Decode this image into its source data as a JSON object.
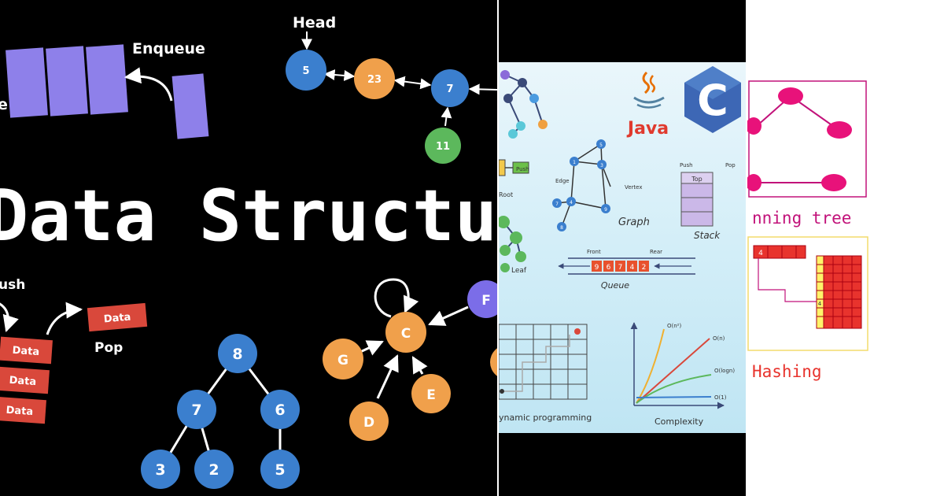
{
  "left": {
    "title": "Data Structures",
    "queue": {
      "enqueue_label": "Enqueue",
      "dequeue_fragment": "e"
    },
    "linked_list": {
      "head_label": "Head",
      "nodes": [
        "5",
        "23",
        "7",
        "11"
      ]
    },
    "stack": {
      "push_fragment": "ush",
      "pop_label": "Pop",
      "popped_item": "Data",
      "items": [
        "Data",
        "Data",
        "Data"
      ]
    },
    "tree": {
      "nodes": [
        "8",
        "7",
        "6",
        "3",
        "2",
        "5"
      ]
    },
    "graph": {
      "nodes": [
        "C",
        "G",
        "D",
        "E",
        "F"
      ]
    },
    "colors": {
      "blue": "#3b7fce",
      "orange": "#f0a04b",
      "green": "#5cb85c",
      "purple": "#7b6de8",
      "red": "#d9483b",
      "queue_block": "#8e80ea"
    }
  },
  "middle": {
    "java_label": "Java",
    "c_label": "C",
    "graph_label": "Graph",
    "graph_edge_label": "Edge",
    "graph_vertex_label": "Vertex",
    "graph_nodes": [
      "5",
      "1",
      "3",
      "7",
      "4",
      "9",
      "8"
    ],
    "stack_label": "Stack",
    "stack_top_label": "Top",
    "stack_push_label": "Push",
    "stack_pop_label": "Pop",
    "queue_label": "Queue",
    "queue_front_label": "Front",
    "queue_rear_label": "Rear",
    "queue_values": [
      "9",
      "6",
      "7",
      "4",
      "2"
    ],
    "tree_leaf_label": "Leaf",
    "tree_root_label": "Root",
    "dp_label": "ynamic programming",
    "complexity_label": "Complexity",
    "complexity_curves": [
      "O(n²)",
      "O(n)",
      "O(logn)",
      "O(1)"
    ]
  },
  "right": {
    "spanning_tree_label": "nning tree",
    "hashing_label": "Hashing",
    "hash_index": "4",
    "hash_row_index": "4",
    "colors": {
      "node": "#e8127a",
      "frame": "#c2127a",
      "hash": "#e8332d",
      "hash_frame": "#f3dc6c",
      "hash_fill": "#fff36a"
    }
  }
}
